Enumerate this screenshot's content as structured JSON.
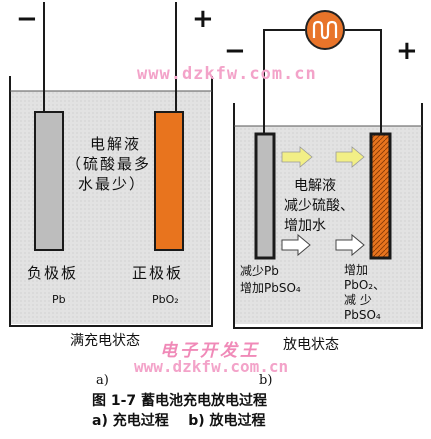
{
  "left": {
    "neg_sign": "−",
    "pos_sign": "+",
    "electrolyte": [
      "电解液",
      "（硫酸最多",
      "水最少）"
    ],
    "neg_plate": "负极板",
    "pos_plate": "正极板",
    "neg_material": "Pb",
    "pos_material": "PbO₂",
    "state": "满充电状态",
    "tag": "a)"
  },
  "right": {
    "neg_sign": "−",
    "pos_sign": "+",
    "electrolyte": [
      "电解液",
      "减少硫酸、",
      "增加水"
    ],
    "neg_note": [
      "减少Pb",
      "增加PbSO₄"
    ],
    "pos_note": [
      "增加",
      "PbO₂、",
      "减 少",
      "PbSO₄"
    ],
    "state": "放电状态",
    "tag": "b)",
    "load_icon": "lamp-icon"
  },
  "watermark": {
    "url_top": "www.dzkfw.com.cn",
    "logo": "电子开发王",
    "url_bottom": "www.dzkfw.com.cn"
  },
  "caption": {
    "title": "图 1-7  蓄电池充电放电过程",
    "subtitle": "a) 充电过程    b) 放电过程"
  },
  "colors": {
    "electrolyte": "#e2e2e2",
    "neg_plate": "#bdbdbd",
    "pos_plate": "#e8741e",
    "wire": "#1a1a1a",
    "lamp": "#e8742a",
    "arrow": "#f2ef86"
  }
}
